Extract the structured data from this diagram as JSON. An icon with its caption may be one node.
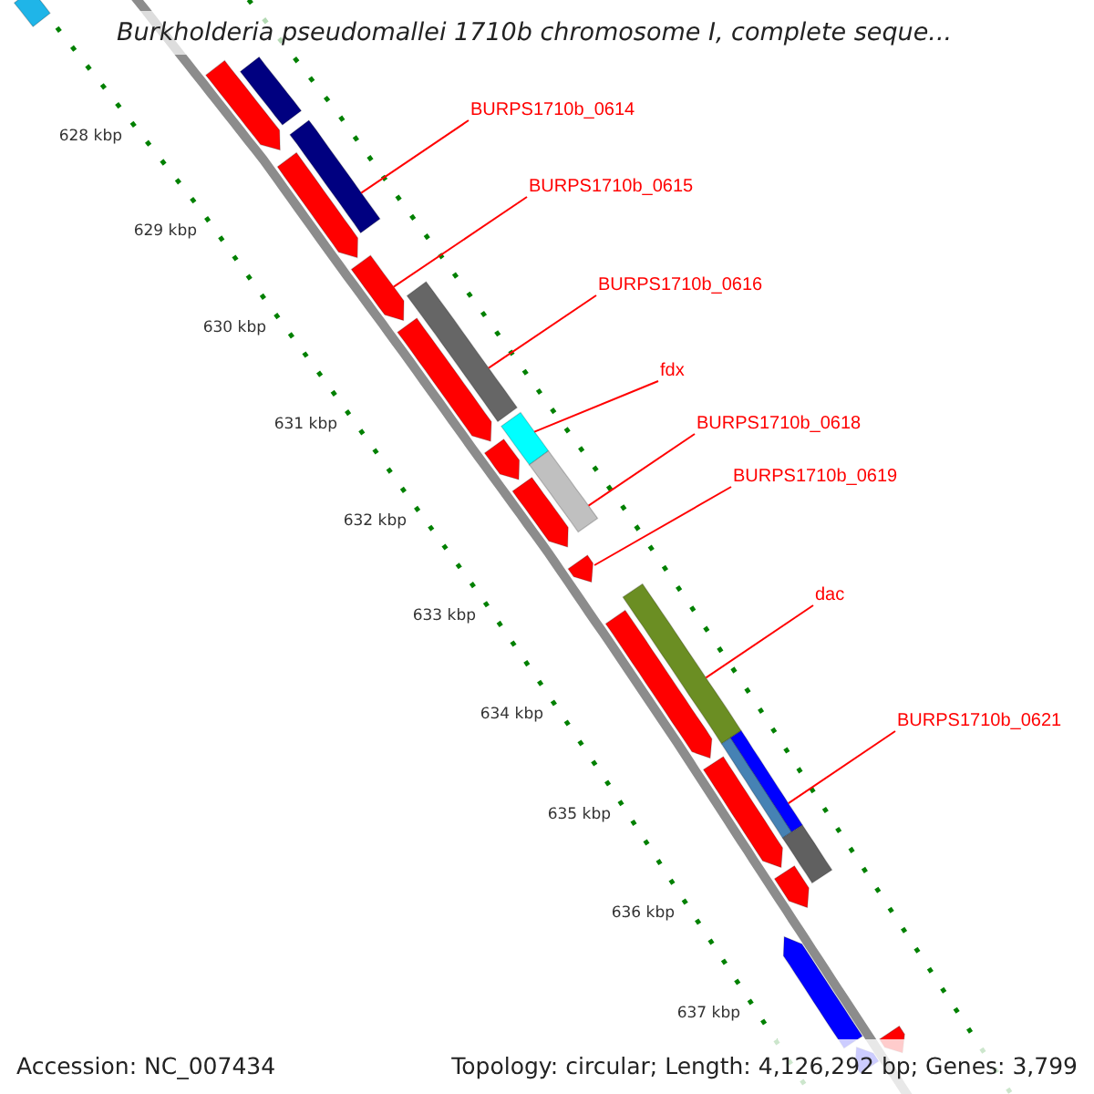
{
  "diagram": {
    "title": "Burkholderia pseudomallei 1710b chromosome I, complete seque...",
    "nodes": [
      {
        "text": [
          "BURPS1710b_0614"
        ]
      },
      {
        "text": [
          "BURPS1710b_0615"
        ]
      },
      {
        "text": [
          "BURPS1710b_0616"
        ]
      },
      {
        "text": [
          "fdx"
        ]
      },
      {
        "text": [
          "BURPS1710b_0618"
        ]
      },
      {
        "text": [
          "BURPS1710b_0619"
        ]
      },
      {
        "text": [
          "dac"
        ]
      },
      {
        "text": [
          "BURPS1710b_0621"
        ]
      },
      {
        "text": [],
        "shape": "bar"
      },
      {
        "text": [],
        "shape": "bar"
      },
      {
        "text": [],
        "shape": "bar"
      },
      {
        "text": [],
        "shape": "bar"
      },
      {
        "text": [],
        "shape": "bar"
      },
      {
        "text": [],
        "shape": "bar"
      },
      {
        "text": [],
        "shape": "bar"
      },
      {
        "text": [],
        "shape": "bar"
      },
      {
        "text": [],
        "shape": "bar"
      },
      {
        "text": [],
        "shape": "bar"
      },
      {
        "text": [],
        "shape": "bar"
      },
      {
        "text": [],
        "shape": "bar"
      },
      {
        "text": [],
        "shape": "bar"
      },
      {
        "text": [],
        "shape": "bar"
      },
      {
        "text": [],
        "shape": "bar"
      },
      {
        "text": [],
        "shape": "bar"
      },
      {
        "text": [],
        "shape": "bar"
      },
      {
        "text": [],
        "shape": "bar"
      },
      {
        "text": [],
        "shape": "bar"
      },
      {
        "text": [],
        "shape": "bar"
      },
      {
        "text": [],
        "shape": "bar"
      },
      {
        "text": [],
        "shape": "bar"
      },
      {
        "text": [],
        "shape": "bar"
      }
    ],
    "edges": [
      {
        "from": 0,
        "to": 11,
        "arrow": "none"
      },
      {
        "from": 1,
        "to": 13,
        "arrow": "none"
      },
      {
        "from": 2,
        "to": 14,
        "arrow": "none"
      },
      {
        "from": 3,
        "to": 16,
        "arrow": "none"
      },
      {
        "from": 4,
        "to": 18,
        "arrow": "none"
      },
      {
        "from": 5,
        "to": 20,
        "arrow": "none"
      },
      {
        "from": 6,
        "to": 21,
        "arrow": "none"
      },
      {
        "from": 7,
        "to": 24,
        "arrow": "none"
      }
    ],
    "labels": [
      "628 kbp",
      "629 kbp",
      "630 kbp",
      "631 kbp",
      "632 kbp",
      "633 kbp",
      "634 kbp",
      "635 kbp",
      "636 kbp",
      "637 kbp",
      "Accession: NC_007434",
      "Topology: circular; Length: 4,126,292 bp; Genes: 3,799"
    ]
  }
}
